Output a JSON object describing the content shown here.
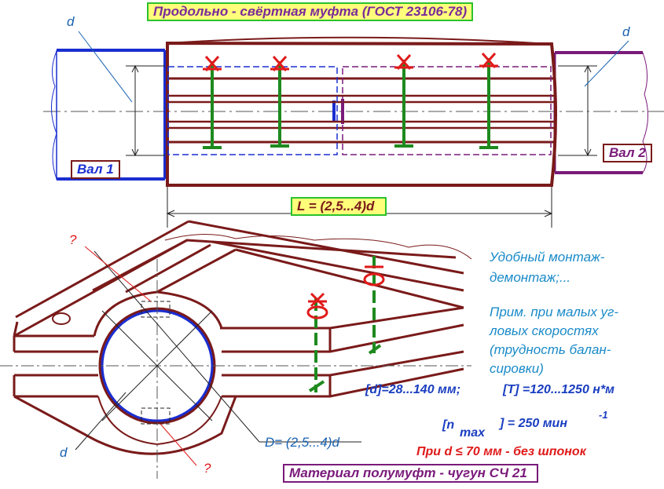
{
  "diagram": {
    "title": "Продольно - свёртная муфта  (ГОСТ 23106-78)",
    "shaft_left_label": "Вал 1",
    "shaft_right_label": "Вал 2",
    "diameter_symbol_top_left": "d",
    "diameter_symbol_top_right": "d",
    "diameter_symbol_bottom": "d",
    "length_label": "L = (2,5...4)d",
    "question_mark_top": "?",
    "question_mark_bottom": "?",
    "outer_diameter_label": "D= (2,5...4)d",
    "notes": [
      "Удобный монтаж-",
      "демонтаж;...",
      "Прим. при малых уг-",
      "ловых скоростях",
      "(трудность балан-",
      "сировки)"
    ],
    "spec_diameter": "[d]=28...140 мм;",
    "spec_torque": "[T] =120...1250 н*м",
    "spec_speed_open": "[n",
    "spec_speed_sub": "max",
    "spec_speed_rest": "] = 250 мин",
    "spec_speed_exp": "-1",
    "spec_keyless": "При  d ≤ 70 мм - без шпонок",
    "material": "Материал полумуфт - чугун СЧ 21",
    "colors": {
      "coupling": "#7a1a1a",
      "shaft_left": "#1a2ed0",
      "shaft_right": "#7a1a7a",
      "bolts": "#1e8a1e",
      "bolt_heads": "#e01a1a",
      "notes": "#1a8ac8",
      "title_background": "#fefe7a",
      "title_border": "#2bc22b"
    }
  }
}
